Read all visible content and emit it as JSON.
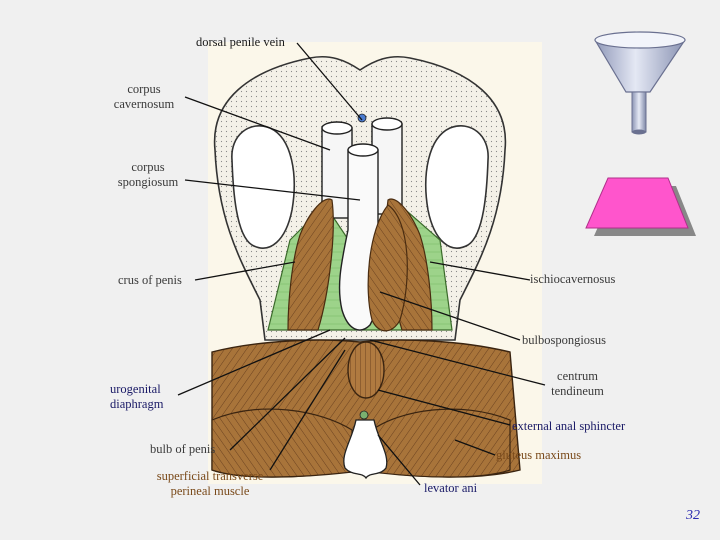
{
  "labels": {
    "dorsal_penile_vein": "dorsal penile vein",
    "corpus_cavernosum": "corpus\ncavernosum",
    "corpus_spongiosum": "corpus\nspongiosum",
    "crus_of_penis": "crus of penis",
    "ischiocavernosus": "ischiocavernosus",
    "bulbospongiosus": "bulbospongiosus",
    "centrum_tendineum": "centrum\ntendineum",
    "urogenital_diaphragm": "urogenital\ndiaphragm",
    "external_anal_sphincter": "external anal sphincter",
    "bulb_of_penis": "bulb of penis",
    "gluteus_maximus": "gluteus maximus",
    "superficial_transverse_perineal_muscle": "superficial transverse\nperineal muscle",
    "levator_ani": "levator ani"
  },
  "page_number": "32",
  "colors": {
    "background": "#f0f0f0",
    "illustration_panel": "#fbf7ea",
    "muscle": "#a8743a",
    "membrane": "#9dd38a",
    "funnel": "#b8bfd8",
    "trapezoid": "#ff55cc",
    "page_number": "#2a2ab0"
  },
  "icons": [
    "funnel-icon",
    "trapezoid-shape"
  ]
}
